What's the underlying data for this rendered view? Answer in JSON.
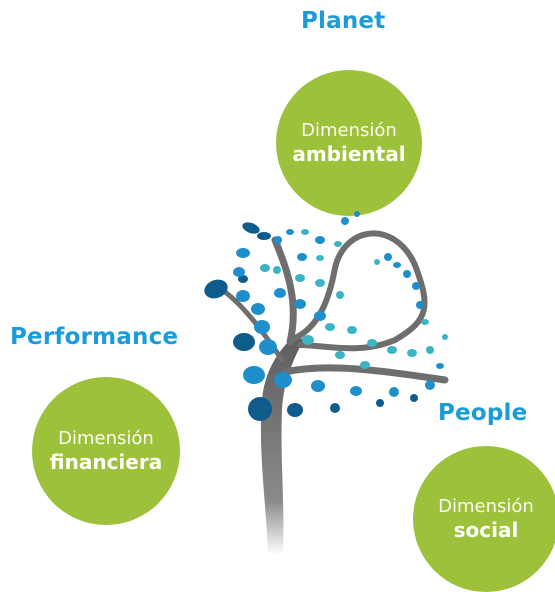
{
  "colors": {
    "heading": "#1b9bd7",
    "circle": "#9dc13b",
    "circle_text": "#ffffff",
    "trunk": "#6e6e6e",
    "leaf_dark": "#0e5c8c",
    "leaf_blue": "#1f8fcb",
    "leaf_teal": "#3cb4c6"
  },
  "headings": {
    "planet": "Planet",
    "performance": "Performance",
    "people": "People"
  },
  "circles": {
    "ambiental": {
      "line1": "Dimensión",
      "line2": "ambiental"
    },
    "financiera": {
      "line1": "Dimensión",
      "line2": "financiera"
    },
    "social": {
      "line1": "Dimensión",
      "line2": "social"
    }
  },
  "illustration": {
    "icon": "tree-icon"
  }
}
